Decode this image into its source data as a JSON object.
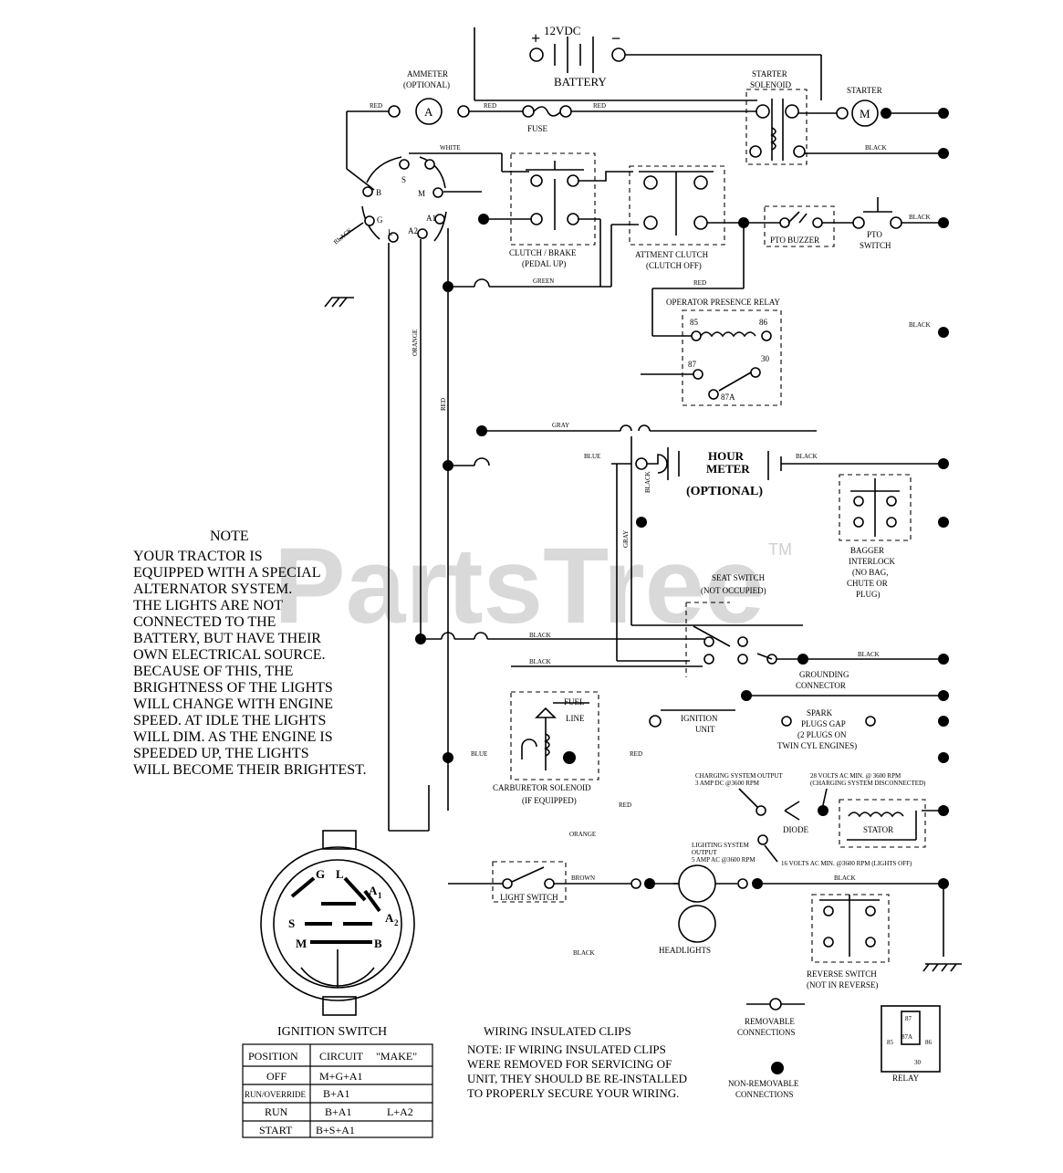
{
  "watermark": {
    "text": "PartsTree",
    "tm": "TM"
  },
  "battery": {
    "label": "BATTERY",
    "voltage": "12VDC",
    "plus": "+",
    "minus": "−"
  },
  "ammeter": {
    "label": "AMMETER",
    "sub": "(OPTIONAL)",
    "symbol": "A"
  },
  "fuse": {
    "label": "FUSE"
  },
  "starter_solenoid": {
    "label1": "STARTER",
    "label2": "SOLENOID"
  },
  "starter": {
    "label": "STARTER",
    "symbol": "M"
  },
  "clutch_brake": {
    "label1": "CLUTCH / BRAKE",
    "label2": "(PEDAL UP)"
  },
  "attment_clutch": {
    "label1": "ATTMENT CLUTCH",
    "label2": "(CLUTCH OFF)"
  },
  "pto_buzzer": {
    "label": "PTO BUZZER"
  },
  "pto_switch": {
    "label1": "PTO",
    "label2": "SWITCH"
  },
  "relay": {
    "label": "OPERATOR PRESENCE  RELAY",
    "t85": "85",
    "t86": "86",
    "t87": "87",
    "t30": "30",
    "t87a": "87A"
  },
  "hour_meter": {
    "label1": "HOUR",
    "label2": "METER",
    "label3": "(OPTIONAL)"
  },
  "bagger": {
    "label1": "BAGGER",
    "label2": "INTERLOCK",
    "label3": "(NO BAG,",
    "label4": "CHUTE OR",
    "label5": "PLUG)"
  },
  "seat_switch": {
    "label1": "SEAT SWITCH",
    "label2": "(NOT OCCUPIED)"
  },
  "grounding": {
    "label1": "GROUNDING",
    "label2": "CONNECTOR"
  },
  "fuel_line": {
    "label1": "FUEL",
    "label2": "LINE"
  },
  "ignition_unit": {
    "label1": "IGNITION",
    "label2": "UNIT"
  },
  "spark": {
    "label1": "SPARK",
    "label2": "PLUGS GAP",
    "label3": "(2 PLUGS ON",
    "label4": "TWIN CYL ENGINES)"
  },
  "carb": {
    "label1": "CARBURETOR SOLENOID",
    "label2": "(IF EQUIPPED)"
  },
  "charging": {
    "left1": "CHARGING SYSTEM OUTPUT",
    "left2": "3 AMP DC @3600 RPM",
    "right1": "28 VOLTS AC MIN. @ 3600 RPM",
    "right2": "(CHARGING SYSTEM DISCONNECTED)",
    "light1": "LIGHTING SYSTEM",
    "light2": "OUTPUT",
    "light3": "5 AMP AC @3600 RPM",
    "light4": "16 VOLTS AC MIN. @3600 RPM (LIGHTS OFF)",
    "diode": "DIODE",
    "stator": "STATOR"
  },
  "light_switch": {
    "label": "LIGHT SWITCH"
  },
  "headlights": {
    "label": "HEADLIGHTS"
  },
  "reverse_switch": {
    "label1": "REVERSE SWITCH",
    "label2": "(NOT IN REVERSE)"
  },
  "wires": {
    "red": "RED",
    "white": "WHITE",
    "black": "BLACK",
    "green": "GREEN",
    "gray": "GRAY",
    "blue": "BLUE",
    "orange": "ORANGE",
    "brown": "BROWN"
  },
  "ignition_pins": {
    "s_top": "S",
    "m": "M",
    "b": "B",
    "g": "G",
    "l": "L",
    "a2": "A2",
    "a1": "A1"
  },
  "ignition_face": {
    "g": "G",
    "l": "L",
    "a1": "A",
    "a1sub": "1",
    "a2": "A",
    "a2sub": "2",
    "s": "S",
    "m": "M",
    "b": "B"
  },
  "ignition_switch": {
    "title": "IGNITION SWITCH",
    "headers": [
      "POSITION",
      "CIRCUIT",
      "\"MAKE\""
    ],
    "rows": [
      {
        "position": "OFF",
        "circuit": "M+G+A1",
        "extra": ""
      },
      {
        "position": "RUN/OVERRIDE",
        "circuit": "B+A1",
        "extra": ""
      },
      {
        "position": "RUN",
        "circuit": "B+A1",
        "extra": "L+A2"
      },
      {
        "position": "START",
        "circuit": "B+S+A1",
        "extra": ""
      }
    ]
  },
  "note": {
    "title": "NOTE",
    "lines": [
      "YOUR TRACTOR IS",
      "EQUIPPED WITH A SPECIAL",
      "ALTERNATOR SYSTEM.",
      "THE LIGHTS ARE NOT",
      "CONNECTED TO THE",
      "BATTERY, BUT HAVE THEIR",
      "OWN ELECTRICAL SOURCE.",
      "BECAUSE OF THIS, THE",
      "BRIGHTNESS OF THE LIGHTS",
      "WILL CHANGE WITH ENGINE",
      "SPEED.  AT IDLE THE LIGHTS",
      "WILL DIM.  AS THE ENGINE IS",
      "SPEEDED UP, THE LIGHTS",
      "WILL BECOME THEIR BRIGHTEST."
    ]
  },
  "clips_note": {
    "title": "WIRING INSULATED CLIPS",
    "lines": [
      "NOTE: IF WIRING INSULATED CLIPS",
      "WERE REMOVED FOR SERVICING OF",
      " UNIT, THEY SHOULD BE RE-INSTALLED",
      "TO PROPERLY SECURE YOUR WIRING."
    ]
  },
  "legend": {
    "removable1": "REMOVABLE",
    "removable2": "CONNECTIONS",
    "nonremovable1": "NON-REMOVABLE",
    "nonremovable2": "CONNECTIONS",
    "relay_label": "RELAY",
    "r87": "87",
    "r87a": "87A",
    "r86": "86",
    "r85": "85",
    "r30": "30"
  }
}
